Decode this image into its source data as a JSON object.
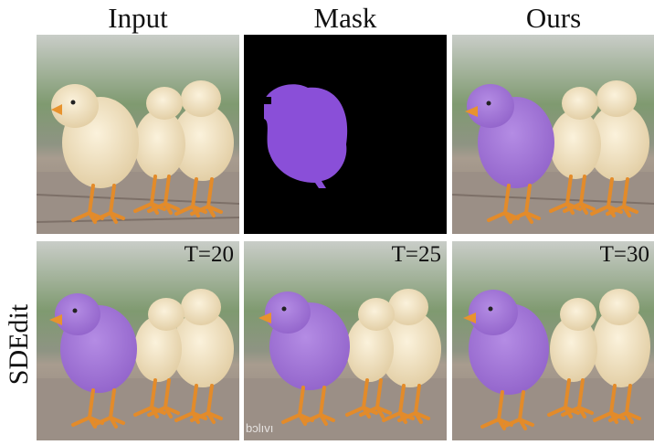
{
  "columns": {
    "input": "Input",
    "mask": "Mask",
    "ours": "Ours"
  },
  "row_label": "SDEdit",
  "timesteps": {
    "t20": "T=20",
    "t25": "T=25",
    "t30": "T=30"
  },
  "watermark": "bɔlıvı",
  "colors": {
    "purple_chick": "#a379d6",
    "mask_purple": "#8a4fd8",
    "mask_bg": "#000000",
    "cream_chick": "#f1e2c4",
    "beak_legs": "#e8932e"
  }
}
